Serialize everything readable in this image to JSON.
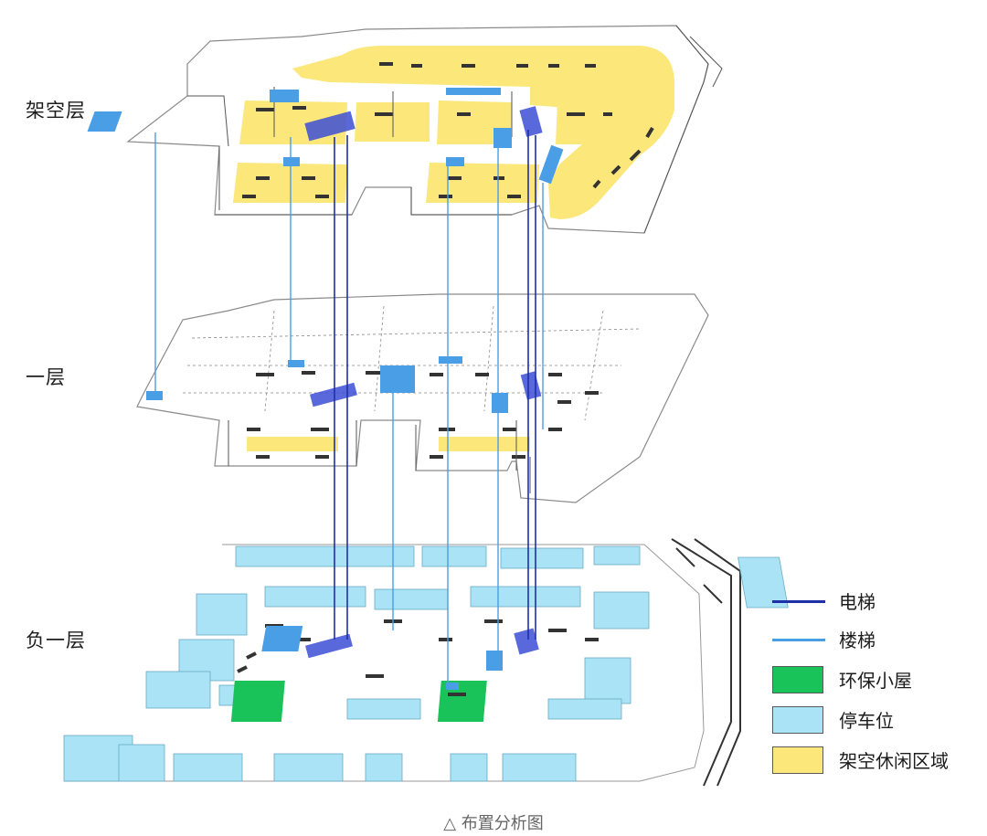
{
  "floors": {
    "top": "架空层",
    "middle": "一层",
    "bottom": "负一层"
  },
  "legend": {
    "items": [
      {
        "label": "电梯",
        "symbol": "line",
        "color": "#1f2fa8"
      },
      {
        "label": "楼梯",
        "symbol": "line",
        "color": "#4a9ee6"
      },
      {
        "label": "环保小屋",
        "symbol": "box",
        "color": "#19c35a"
      },
      {
        "label": "停车位",
        "symbol": "box",
        "color": "#a9e3f5"
      },
      {
        "label": "架空休闲区域",
        "symbol": "box",
        "color": "#fce77a"
      }
    ]
  },
  "caption": "△ 布置分析图",
  "colors": {
    "elevator": "#1f2fa8",
    "stair": "#4a9ee6",
    "eco_house": "#19c35a",
    "parking": "#a9e3f5",
    "leisure": "#fce77a",
    "wall": "#333333",
    "outline": "#9a9a9a"
  }
}
